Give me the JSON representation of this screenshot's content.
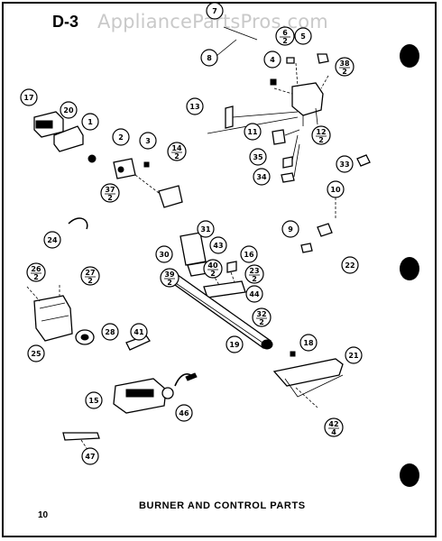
{
  "page": {
    "code": "D-3",
    "number": "10"
  },
  "watermark": "AppliancePartsPros.com",
  "caption": "BURNER AND CONTROL PARTS",
  "callouts": [
    {
      "id": "c7",
      "num": "7",
      "qty": ""
    },
    {
      "id": "c8",
      "num": "8",
      "qty": ""
    },
    {
      "id": "c6",
      "num": "6",
      "qty": "2"
    },
    {
      "id": "c5",
      "num": "5",
      "qty": ""
    },
    {
      "id": "c4",
      "num": "4",
      "qty": ""
    },
    {
      "id": "c38",
      "num": "38",
      "qty": "2"
    },
    {
      "id": "c17",
      "num": "17",
      "qty": ""
    },
    {
      "id": "c20",
      "num": "20",
      "qty": ""
    },
    {
      "id": "c1",
      "num": "1",
      "qty": ""
    },
    {
      "id": "c2",
      "num": "2",
      "qty": ""
    },
    {
      "id": "c3",
      "num": "3",
      "qty": ""
    },
    {
      "id": "c13",
      "num": "13",
      "qty": ""
    },
    {
      "id": "c11",
      "num": "11",
      "qty": ""
    },
    {
      "id": "c12",
      "num": "12",
      "qty": "2"
    },
    {
      "id": "c14",
      "num": "14",
      "qty": "2"
    },
    {
      "id": "c35",
      "num": "35",
      "qty": ""
    },
    {
      "id": "c34",
      "num": "34",
      "qty": ""
    },
    {
      "id": "c33",
      "num": "33",
      "qty": ""
    },
    {
      "id": "c37",
      "num": "37",
      "qty": "2"
    },
    {
      "id": "c10",
      "num": "10",
      "qty": ""
    },
    {
      "id": "c24",
      "num": "24",
      "qty": ""
    },
    {
      "id": "c31",
      "num": "31",
      "qty": ""
    },
    {
      "id": "c9",
      "num": "9",
      "qty": ""
    },
    {
      "id": "c30",
      "num": "30",
      "qty": ""
    },
    {
      "id": "c43",
      "num": "43",
      "qty": ""
    },
    {
      "id": "c16",
      "num": "16",
      "qty": ""
    },
    {
      "id": "c22",
      "num": "22",
      "qty": ""
    },
    {
      "id": "c26",
      "num": "26",
      "qty": "2"
    },
    {
      "id": "c27",
      "num": "27",
      "qty": "2"
    },
    {
      "id": "c39",
      "num": "39",
      "qty": "2"
    },
    {
      "id": "c40",
      "num": "40",
      "qty": "2"
    },
    {
      "id": "c23",
      "num": "23",
      "qty": "2"
    },
    {
      "id": "c44",
      "num": "44",
      "qty": ""
    },
    {
      "id": "c32",
      "num": "32",
      "qty": "2"
    },
    {
      "id": "c25",
      "num": "25",
      "qty": ""
    },
    {
      "id": "c28",
      "num": "28",
      "qty": ""
    },
    {
      "id": "c41",
      "num": "41",
      "qty": ""
    },
    {
      "id": "c19",
      "num": "19",
      "qty": ""
    },
    {
      "id": "c18",
      "num": "18",
      "qty": ""
    },
    {
      "id": "c15",
      "num": "15",
      "qty": ""
    },
    {
      "id": "c21",
      "num": "21",
      "qty": ""
    },
    {
      "id": "c46",
      "num": "46",
      "qty": ""
    },
    {
      "id": "c42",
      "num": "42",
      "qty": "4"
    },
    {
      "id": "c47",
      "num": "47",
      "qty": ""
    }
  ]
}
